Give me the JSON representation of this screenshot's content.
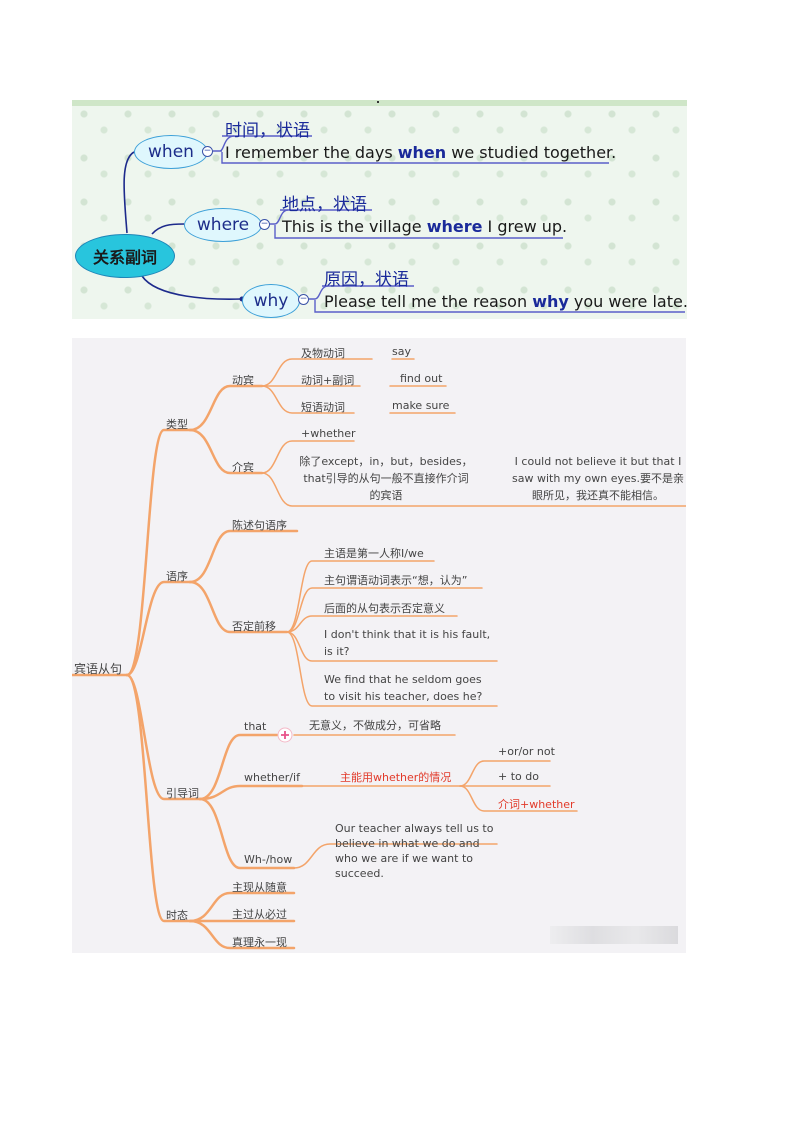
{
  "panel1": {
    "root": "关系副词",
    "branches": [
      {
        "node": "when",
        "label": "时间，状语",
        "sentence_before": "I remember the days ",
        "keyword": "when",
        "sentence_after": " we studied together."
      },
      {
        "node": "where",
        "label": "地点，状语",
        "sentence_before": "This is the village ",
        "keyword": "where",
        "sentence_after": " I grew up."
      },
      {
        "node": "why",
        "label": "原因，状语",
        "sentence_before": "Please tell me the reason ",
        "keyword": "why",
        "sentence_after": " you were late."
      }
    ]
  },
  "panel2": {
    "root": "宾语从句",
    "leixing": {
      "label": "类型",
      "dongbin": {
        "label": "动宾",
        "rows": [
          {
            "label": "及物动词",
            "example": "say"
          },
          {
            "label": "动词+副词",
            "example": "find out"
          },
          {
            "label": "短语动词",
            "example": "make sure"
          }
        ]
      },
      "jiebin": {
        "label": "介宾",
        "whether": "+whether",
        "note": "除了except，in，but，besides，that引导的从句一般不直接作介词的宾语",
        "example": "I could not believe it but that I saw with my own eyes.要不是亲眼所见，我还真不能相信。"
      }
    },
    "yuxu": {
      "label": "语序",
      "chenshu": "陈述句语序",
      "fouding": {
        "label": "否定前移",
        "items": [
          "主语是第一人称I/we",
          "主句谓语动词表示“想，认为”",
          "后面的从句表示否定意义",
          "I don't think that it is his fault, is it?",
          "We find that he seldom goes to visit his teacher, does he?"
        ]
      }
    },
    "yindaoci": {
      "label": "引导词",
      "that": {
        "label": "that",
        "note": "无意义，不做成分，可省略"
      },
      "whether_if": {
        "label": "whether/if",
        "note": "主能用whether的情况",
        "items": [
          "+or/or not",
          "+ to do",
          "介词+whether"
        ]
      },
      "wh": {
        "label": "Wh-/how",
        "example": "Our teacher always tell us to believe in what we do and who we are if we want to succeed."
      }
    },
    "shitai": {
      "label": "时态",
      "items": [
        "主现从随意",
        "主过从必过",
        "真理永一现"
      ]
    }
  },
  "colors": {
    "orange_branch": "#f3a46a",
    "blue_text": "#1a2a9a",
    "red_text": "#e23a2a",
    "root_fill": "#28c5dd"
  }
}
